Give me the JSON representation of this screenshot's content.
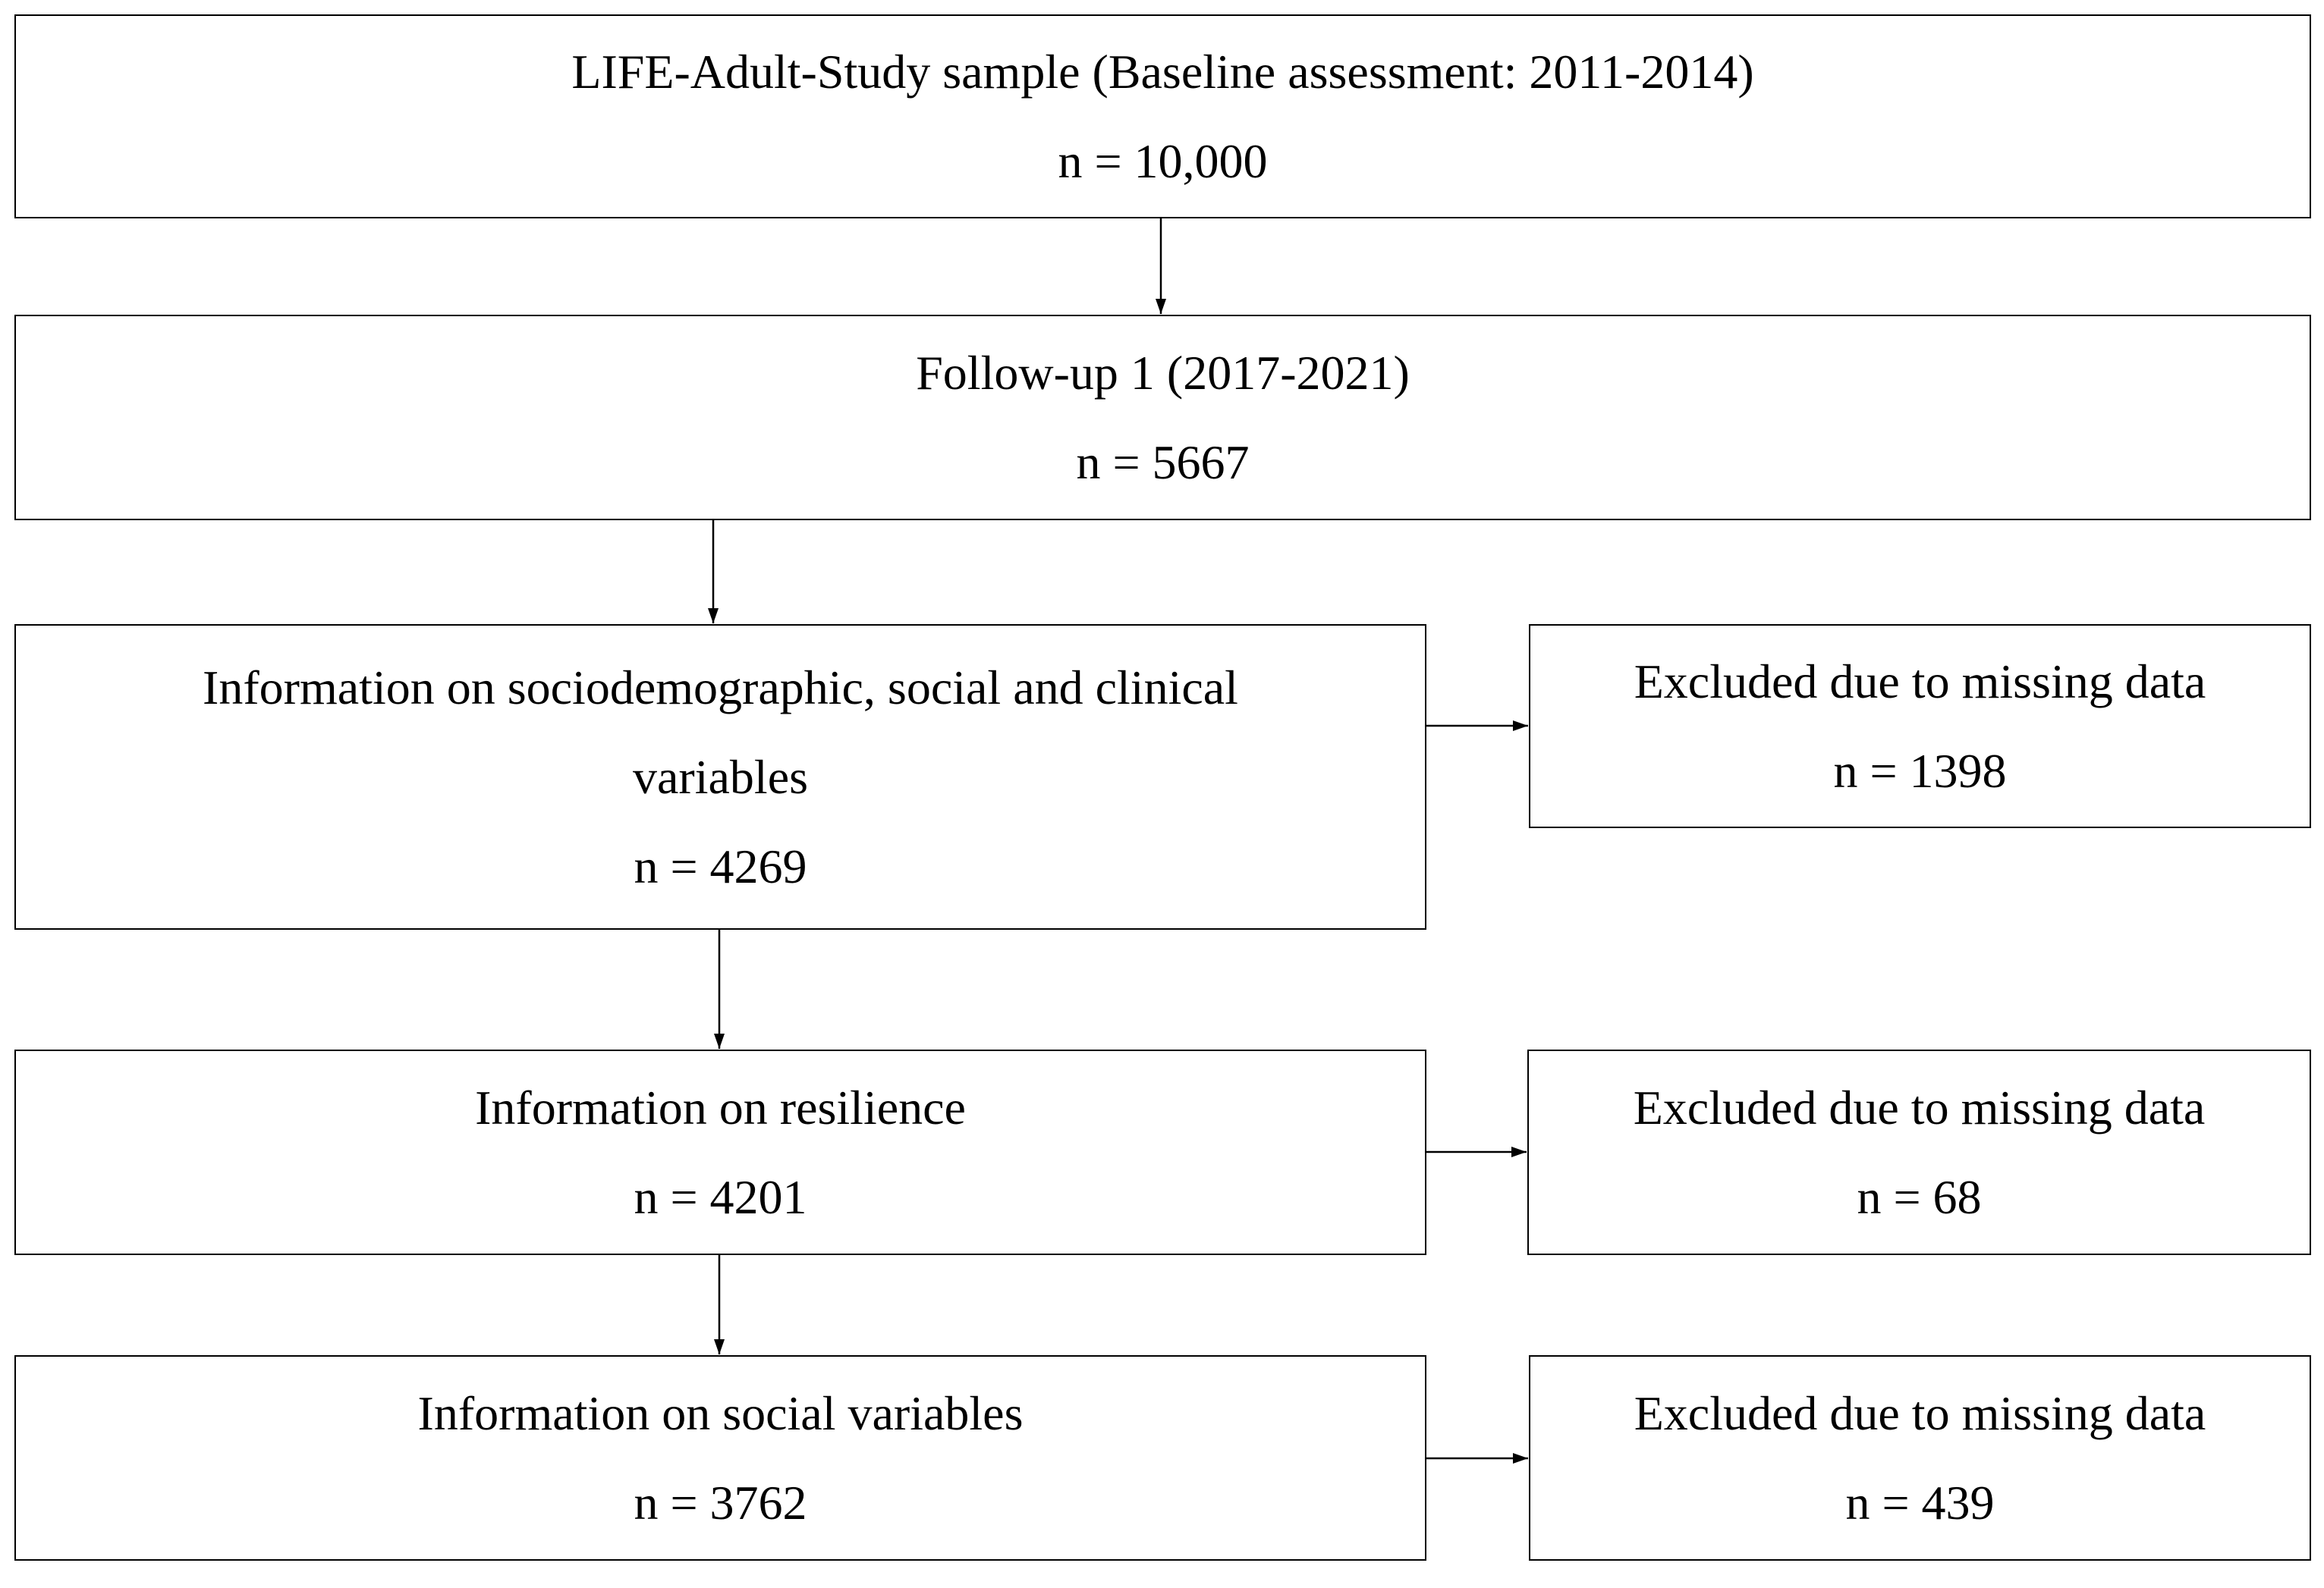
{
  "boxes": {
    "baseline": {
      "title": "LIFE-Adult-Study sample (Baseline assessment: 2011-2014)",
      "n": "n = 10,000"
    },
    "followup": {
      "title": "Follow-up 1 (2017-2021)",
      "n": "n = 5667"
    },
    "sociodemographic": {
      "title_line1": "Information on sociodemographic, social and clinical",
      "title_line2": "variables",
      "n": "n = 4269"
    },
    "excluded_1": {
      "title": "Excluded due to missing data",
      "n": "n = 1398"
    },
    "resilience": {
      "title": "Information on resilience",
      "n": "n = 4201"
    },
    "excluded_2": {
      "title": "Excluded due to missing data",
      "n": "n = 68"
    },
    "social": {
      "title": "Information on social variables",
      "n": "n = 3762"
    },
    "excluded_3": {
      "title": "Excluded due to missing data",
      "n": "n = 439"
    }
  }
}
